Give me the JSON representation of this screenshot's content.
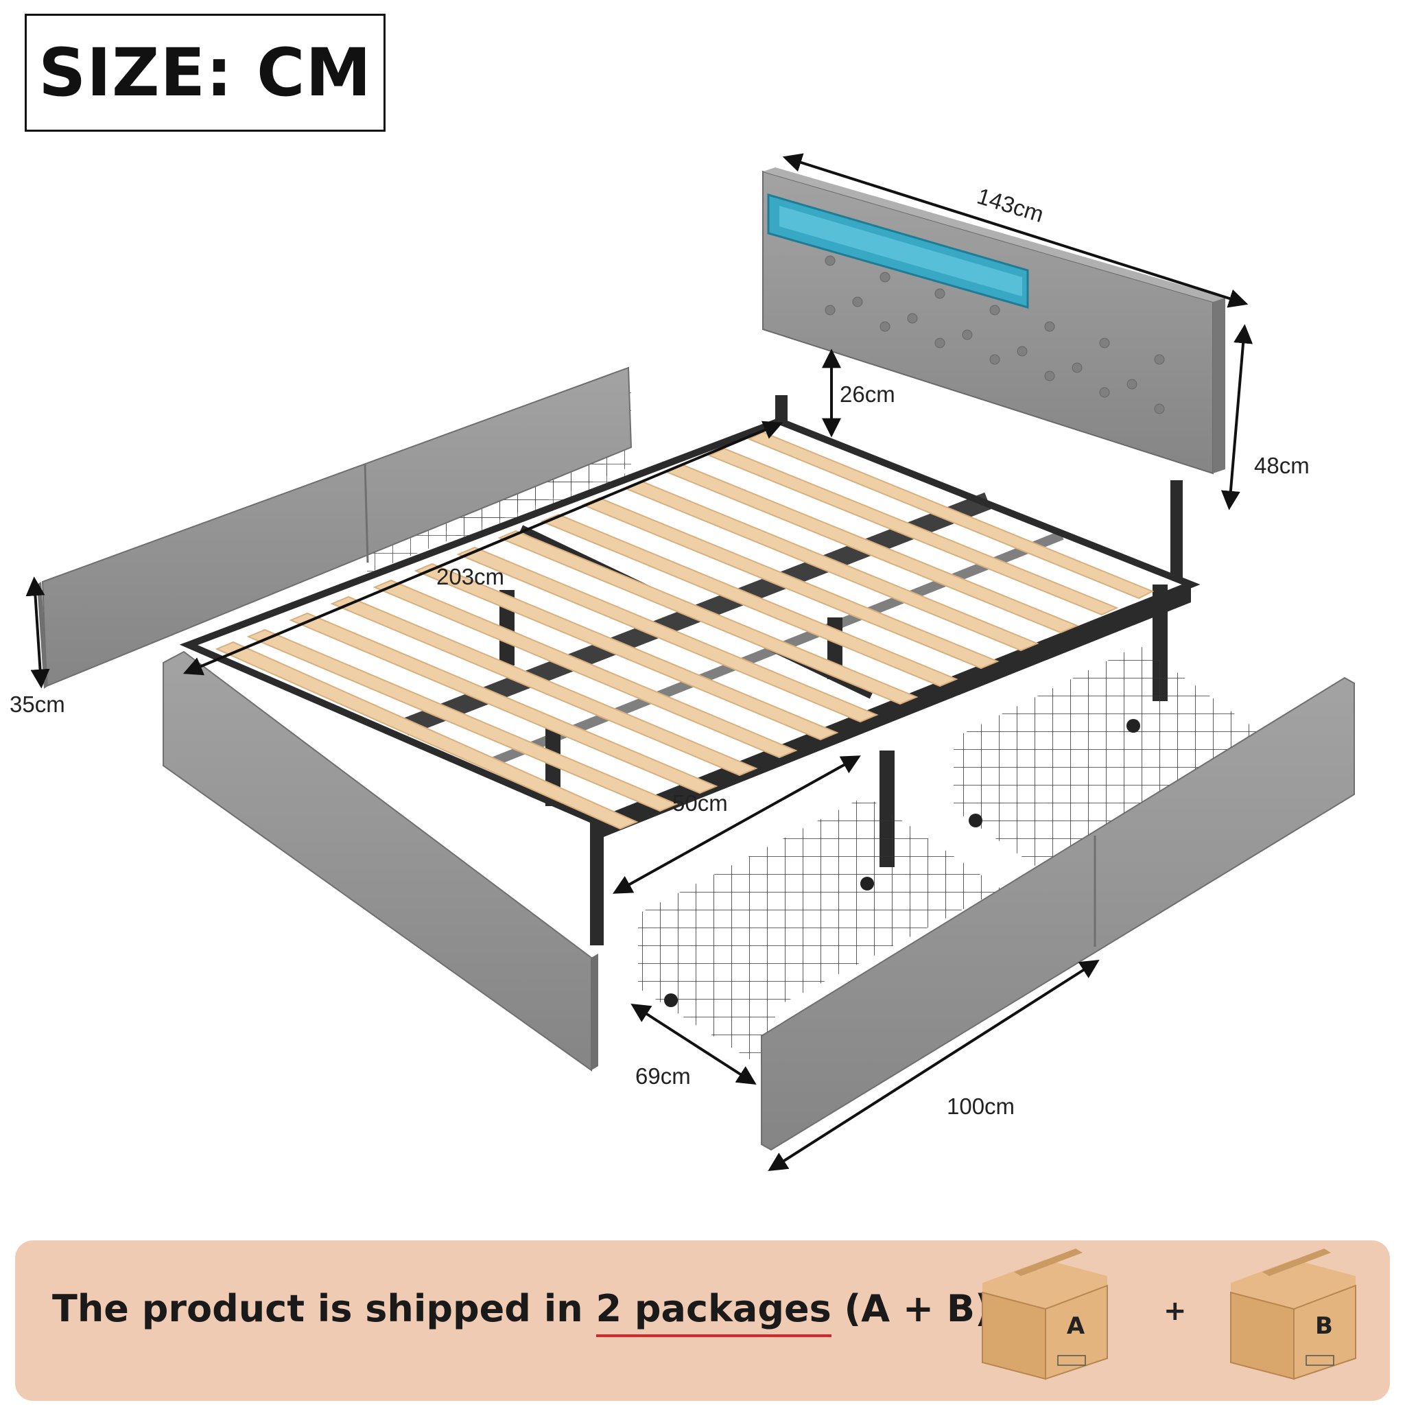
{
  "header": {
    "size_label": "SIZE: CM"
  },
  "dimensions": {
    "headboard_width": "143cm",
    "headboard_panel_height": "48cm",
    "leg_gap_height": "26cm",
    "bed_length": "203cm",
    "frame_height": "35cm",
    "drawer_height": "50cm",
    "drawer_depth": "69cm",
    "drawer_length": "100cm"
  },
  "shipping": {
    "text_before": "The product is shipped in ",
    "highlight": "2 packages",
    "text_after": " (A + B)",
    "box_a": "A",
    "plus": "+",
    "box_b": "B"
  },
  "colors": {
    "upholstery": "#8f8f8f",
    "slat": "#efcfa6",
    "frame": "#2b2b2b",
    "led": "#38a8c4",
    "banner": "#efcbb3",
    "cardboard": "#d9a66c"
  }
}
